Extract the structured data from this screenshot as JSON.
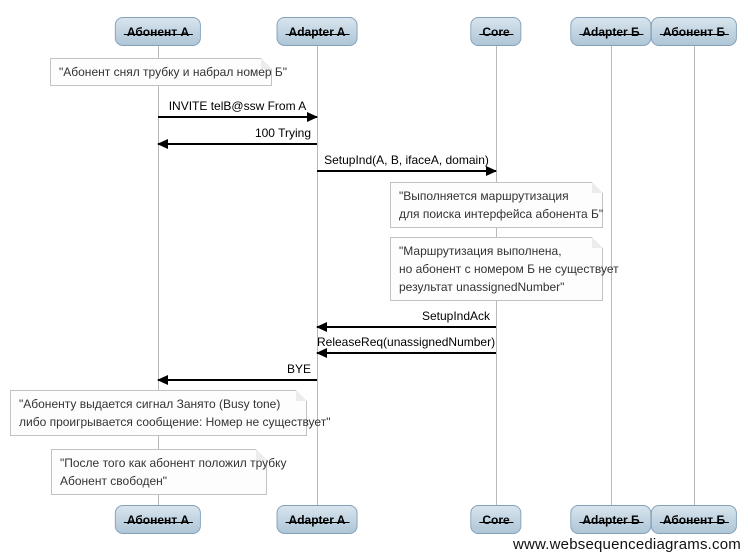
{
  "diagram_type": "sequence-diagram",
  "watermark": "www.websequencediagrams.com",
  "actors": [
    {
      "name": "Абонент А"
    },
    {
      "name": "Adapter A"
    },
    {
      "name": "Core"
    },
    {
      "name": "Adapter Б"
    },
    {
      "name": "Абонент Б"
    }
  ],
  "messages": [
    {
      "label": "INVITE telB@ssw From A",
      "from": "Абонент А",
      "to": "Adapter A"
    },
    {
      "label": "100 Trying",
      "from": "Adapter A",
      "to": "Абонент А"
    },
    {
      "label": "SetupInd(A, B, ifaceA, domain)",
      "from": "Adapter A",
      "to": "Core"
    },
    {
      "label": "SetupIndAck",
      "from": "Core",
      "to": "Adapter A"
    },
    {
      "label": "ReleaseReq(unassignedNumber)",
      "from": "Core",
      "to": "Adapter A"
    },
    {
      "label": "BYE",
      "from": "Adapter A",
      "to": "Абонент А"
    }
  ],
  "notes": [
    {
      "over": "Абонент А",
      "lines": [
        "\"Абонент снял трубку и набрал номер Б\""
      ]
    },
    {
      "over": "Core",
      "lines": [
        "\"Выполняется маршрутизация",
        "для поиска интерфейса абонента Б\""
      ]
    },
    {
      "over": "Core",
      "lines": [
        "\"Маршрутизация выполнена,",
        "но абонент с номером Б не существует",
        "результат unassignedNumber\""
      ]
    },
    {
      "over": "Абонент А",
      "lines": [
        "\"Абоненту выдается сигнал Занято (Busy tone)",
        "либо проигрывается сообщение: Номер не существует\""
      ]
    },
    {
      "over": "Абонент А",
      "lines": [
        "\"После того как абонент положил трубку",
        "Абонент свободен\""
      ]
    }
  ],
  "colors": {
    "actor_fill_top": "#d8e4ed",
    "actor_fill_bottom": "#aec6d7",
    "actor_border": "#84a1b8",
    "lifeline": "#b9b9b9",
    "note_border": "#c2c2c2",
    "note_fill": "#fdfdfd",
    "arrow": "#000000",
    "background": "#ffffff"
  }
}
